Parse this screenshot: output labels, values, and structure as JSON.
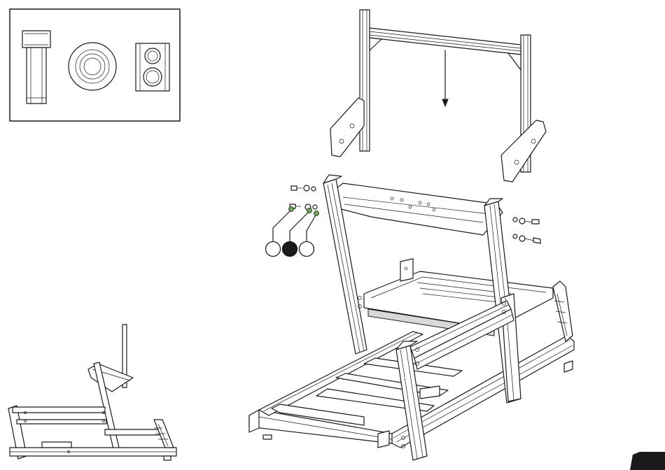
{
  "page": {
    "description_parts": [
      "hardware-legend",
      "assembly-view",
      "reference-view",
      "step-markers"
    ]
  },
  "hardware_legend": {
    "items": [
      {
        "name": "hex-socket-bolt"
      },
      {
        "name": "washer"
      },
      {
        "name": "t-nut"
      }
    ]
  },
  "step_markers": {
    "markers": [
      {
        "state": "empty"
      },
      {
        "state": "filled"
      },
      {
        "state": "empty"
      }
    ],
    "highlight_color": "#6aa84f"
  },
  "corner_tab": {
    "color": "#1a1a1a",
    "text": ""
  },
  "colors": {
    "line": "#1a1a1a",
    "frame_fill": "#ffffff",
    "shade": "#d9d9d9"
  }
}
